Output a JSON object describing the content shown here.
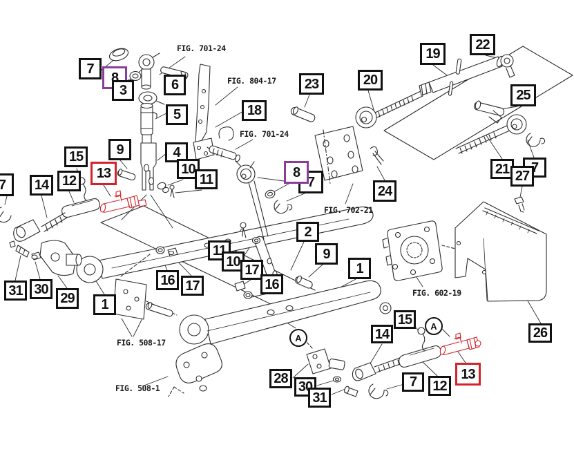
{
  "diagram": {
    "kind": "exploded-parts-diagram",
    "description": "Three-point hitch linkage exploded parts view",
    "palette": {
      "line": "#2b2b2b",
      "callout_border": "#111111",
      "highlight_purple": "#8a3c9c",
      "highlight_red": "#d2232a",
      "background": "#ffffff"
    }
  },
  "callouts": [
    {
      "label": "7",
      "highlight": "none"
    },
    {
      "label": "8",
      "highlight": "purple"
    },
    {
      "label": "3",
      "highlight": "none"
    },
    {
      "label": "6",
      "highlight": "none"
    },
    {
      "label": "5",
      "highlight": "none"
    },
    {
      "label": "18",
      "highlight": "none"
    },
    {
      "label": "23",
      "highlight": "none"
    },
    {
      "label": "20",
      "highlight": "none"
    },
    {
      "label": "19",
      "highlight": "none"
    },
    {
      "label": "22",
      "highlight": "none"
    },
    {
      "label": "25",
      "highlight": "none"
    },
    {
      "label": "9",
      "highlight": "none"
    },
    {
      "label": "15",
      "highlight": "none"
    },
    {
      "label": "13",
      "highlight": "red"
    },
    {
      "label": "14",
      "highlight": "none"
    },
    {
      "label": "12",
      "highlight": "none"
    },
    {
      "label": "7",
      "highlight": "none"
    },
    {
      "label": "4",
      "highlight": "none"
    },
    {
      "label": "10",
      "highlight": "none"
    },
    {
      "label": "11",
      "highlight": "none"
    },
    {
      "label": "8",
      "highlight": "purple"
    },
    {
      "label": "7",
      "highlight": "none"
    },
    {
      "label": "24",
      "highlight": "none"
    },
    {
      "label": "21",
      "highlight": "none"
    },
    {
      "label": "7",
      "highlight": "none"
    },
    {
      "label": "27",
      "highlight": "none"
    },
    {
      "label": "2",
      "highlight": "none"
    },
    {
      "label": "11",
      "highlight": "none"
    },
    {
      "label": "10",
      "highlight": "none"
    },
    {
      "label": "17",
      "highlight": "none"
    },
    {
      "label": "16",
      "highlight": "none"
    },
    {
      "label": "9",
      "highlight": "none"
    },
    {
      "label": "1",
      "highlight": "none"
    },
    {
      "label": "31",
      "highlight": "none"
    },
    {
      "label": "30",
      "highlight": "none"
    },
    {
      "label": "29",
      "highlight": "none"
    },
    {
      "label": "1",
      "highlight": "none"
    },
    {
      "label": "16",
      "highlight": "none"
    },
    {
      "label": "17",
      "highlight": "none"
    },
    {
      "label": "28",
      "highlight": "none"
    },
    {
      "label": "30",
      "highlight": "none"
    },
    {
      "label": "31",
      "highlight": "none"
    },
    {
      "label": "7",
      "highlight": "none"
    },
    {
      "label": "12",
      "highlight": "none"
    },
    {
      "label": "14",
      "highlight": "none"
    },
    {
      "label": "15",
      "highlight": "none"
    },
    {
      "label": "13",
      "highlight": "red"
    },
    {
      "label": "26",
      "highlight": "none"
    }
  ],
  "figure_refs": [
    {
      "label": "FIG. 701-24"
    },
    {
      "label": "FIG. 804-17"
    },
    {
      "label": "FIG. 701-24"
    },
    {
      "label": "FIG. 702-21"
    },
    {
      "label": "FIG. 602-19"
    },
    {
      "label": "FIG. 508-17"
    },
    {
      "label": "FIG. 508-1"
    }
  ],
  "markers": [
    {
      "label": "A"
    },
    {
      "label": "A"
    }
  ]
}
